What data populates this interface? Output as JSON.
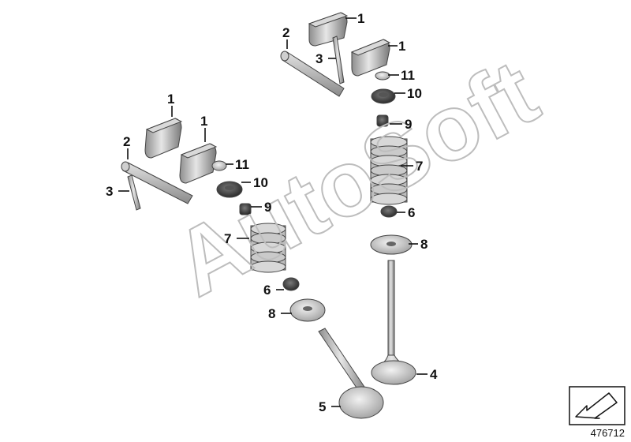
{
  "watermark": "AutoSoft",
  "drawing_number": "476712",
  "callouts": [
    {
      "id": "c1a",
      "label": "1"
    },
    {
      "id": "c1b",
      "label": "1"
    },
    {
      "id": "c2a",
      "label": "2"
    },
    {
      "id": "c3a",
      "label": "3"
    },
    {
      "id": "c11a",
      "label": "11"
    },
    {
      "id": "c10a",
      "label": "10"
    },
    {
      "id": "c9a",
      "label": "9"
    },
    {
      "id": "c7a",
      "label": "7"
    },
    {
      "id": "c6a",
      "label": "6"
    },
    {
      "id": "c8a",
      "label": "8"
    },
    {
      "id": "c4a",
      "label": "4"
    },
    {
      "id": "c1c",
      "label": "1"
    },
    {
      "id": "c1d",
      "label": "1"
    },
    {
      "id": "c2b",
      "label": "2"
    },
    {
      "id": "c3b",
      "label": "3"
    },
    {
      "id": "c11b",
      "label": "11"
    },
    {
      "id": "c10b",
      "label": "10"
    },
    {
      "id": "c9b",
      "label": "9"
    },
    {
      "id": "c7b",
      "label": "7"
    },
    {
      "id": "c6b",
      "label": "6"
    },
    {
      "id": "c8b",
      "label": "8"
    },
    {
      "id": "c5a",
      "label": "5"
    }
  ]
}
